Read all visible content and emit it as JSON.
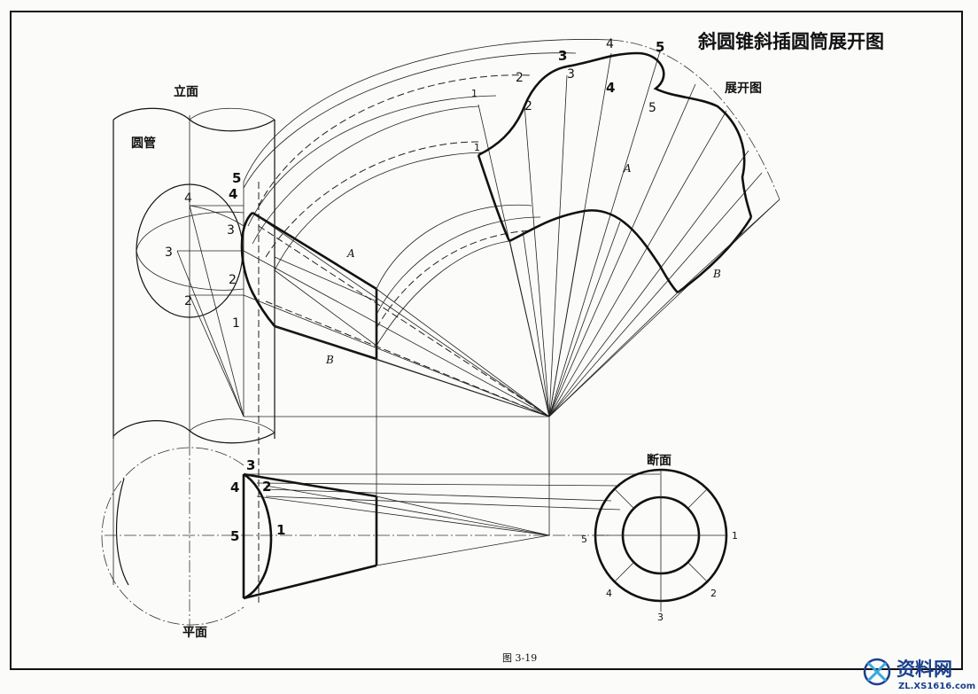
{
  "title": "斜圆锥斜插圆筒展开图",
  "labels": {
    "elevation": "立面",
    "pipe": "圆管",
    "development": "展开图",
    "section": "断面",
    "plan": "平面",
    "caption": "图 3-19"
  },
  "surface_letters": {
    "a": "A",
    "b": "B"
  },
  "numbers": [
    "1",
    "2",
    "3",
    "4",
    "5"
  ],
  "watermark": {
    "text": "资料网",
    "url": "ZL.XS1616.com"
  },
  "colors": {
    "ink": "#111111",
    "paper": "#fbfbfa",
    "logo": "#1a3f8c"
  }
}
